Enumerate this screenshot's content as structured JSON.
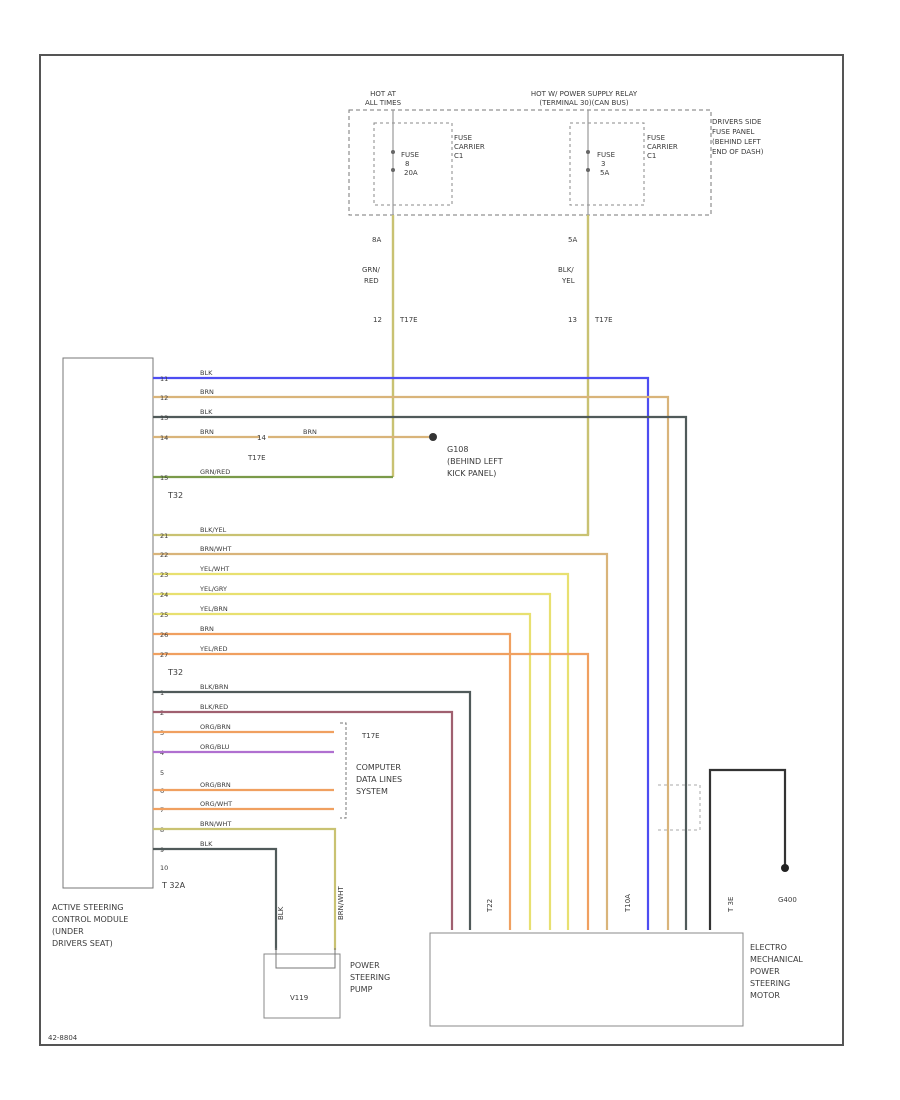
{
  "diagram": {
    "footer_code": "42-8804",
    "power_feeds": {
      "hot_at": "HOT AT",
      "hot_at_2": "ALL TIMES",
      "hot_relay": "HOT W/ POWER SUPPLY RELAY",
      "hot_relay_2": "(TERMINAL 30)(CAN BUS)"
    },
    "fuse_panel": [
      "DRIVERS SIDE",
      "FUSE PANEL",
      "(BEHIND LEFT",
      "END OF DASH)"
    ],
    "fuses": [
      {
        "name": "FUSE",
        "number": "8",
        "rating": "20A",
        "carrier": [
          "FUSE",
          "CARRIER",
          "C1"
        ],
        "terminal": "8A",
        "wire": [
          "GRN/",
          "RED"
        ],
        "connector": "12",
        "connector_id": "T17E"
      },
      {
        "name": "FUSE",
        "number": "3",
        "rating": "5A",
        "carrier": [
          "FUSE",
          "CARRIER",
          "C1"
        ],
        "terminal": "5A",
        "wire": [
          "BLK/",
          "YEL"
        ],
        "connector": "13",
        "connector_id": "T17E"
      }
    ],
    "module": {
      "label": [
        "ACTIVE STEERING",
        "CONTROL MODULE",
        "(UNDER",
        "DRIVERS SEAT)"
      ],
      "connector_a": "T32",
      "connector_b": "T32",
      "connector_c": "T 32A"
    },
    "wires_top": [
      {
        "pin": "11",
        "color_code": "BLK"
      },
      {
        "pin": "12",
        "color_code": "BRN"
      },
      {
        "pin": "13",
        "color_code": "BLK"
      },
      {
        "pin": "14",
        "color_code": "BRN"
      },
      {
        "pin": "15",
        "color_code": "GRN/RED"
      }
    ],
    "splice": {
      "connector": "14",
      "connector_id": "T17E",
      "wire_after": "BRN",
      "ground_id": "G108",
      "ground_label": [
        "G108",
        "(BEHIND LEFT",
        "KICK PANEL)"
      ]
    },
    "wires_mid": [
      {
        "pin": "21",
        "color_code": "BLK/YEL"
      },
      {
        "pin": "22",
        "color_code": "BRN/WHT"
      },
      {
        "pin": "23",
        "color_code": "YEL/WHT"
      },
      {
        "pin": "24",
        "color_code": "YEL/GRY"
      },
      {
        "pin": "25",
        "color_code": "YEL/BRN"
      },
      {
        "pin": "26",
        "color_code": "BRN"
      },
      {
        "pin": "27",
        "color_code": "YEL/RED"
      }
    ],
    "wires_low": [
      {
        "pin": "1",
        "color_code": "BLK/BRN"
      },
      {
        "pin": "2",
        "color_code": "BLK/RED"
      },
      {
        "pin": "3",
        "color_code": "ORG/BRN"
      },
      {
        "pin": "4",
        "color_code": "ORG/BLU"
      },
      {
        "pin": "5",
        "color_code": ""
      },
      {
        "pin": "6",
        "color_code": "ORG/BRN"
      },
      {
        "pin": "7",
        "color_code": "ORG/WHT"
      },
      {
        "pin": "8",
        "color_code": "BRN/WHT"
      },
      {
        "pin": "9",
        "color_code": "BLK"
      },
      {
        "pin": "10",
        "color_code": ""
      }
    ],
    "t17e_label": "T17E",
    "data_lines": [
      "COMPUTER",
      "DATA LINES",
      "SYSTEM"
    ],
    "pump": {
      "label": [
        "POWER",
        "STEERING",
        "PUMP"
      ],
      "code": "V119",
      "wire_left": "BLK",
      "wire_right": "BRN/WHT"
    },
    "motor": {
      "label": [
        "ELECTRO",
        "MECHANICAL",
        "POWER",
        "STEERING",
        "MOTOR"
      ],
      "connector_a": "T22",
      "connector_b": "T10A",
      "connector_c": "T 3E"
    },
    "ground_right": "G400",
    "colors": {
      "blue": "#4d4df2",
      "tan": "#d9b47a",
      "dark": "#505a5a",
      "green": "#7a9a4a",
      "yellow": "#e8e070",
      "orange": "#f0a060",
      "purple": "#b070d0",
      "maroon": "#a06070",
      "olive": "#c9c272"
    }
  }
}
